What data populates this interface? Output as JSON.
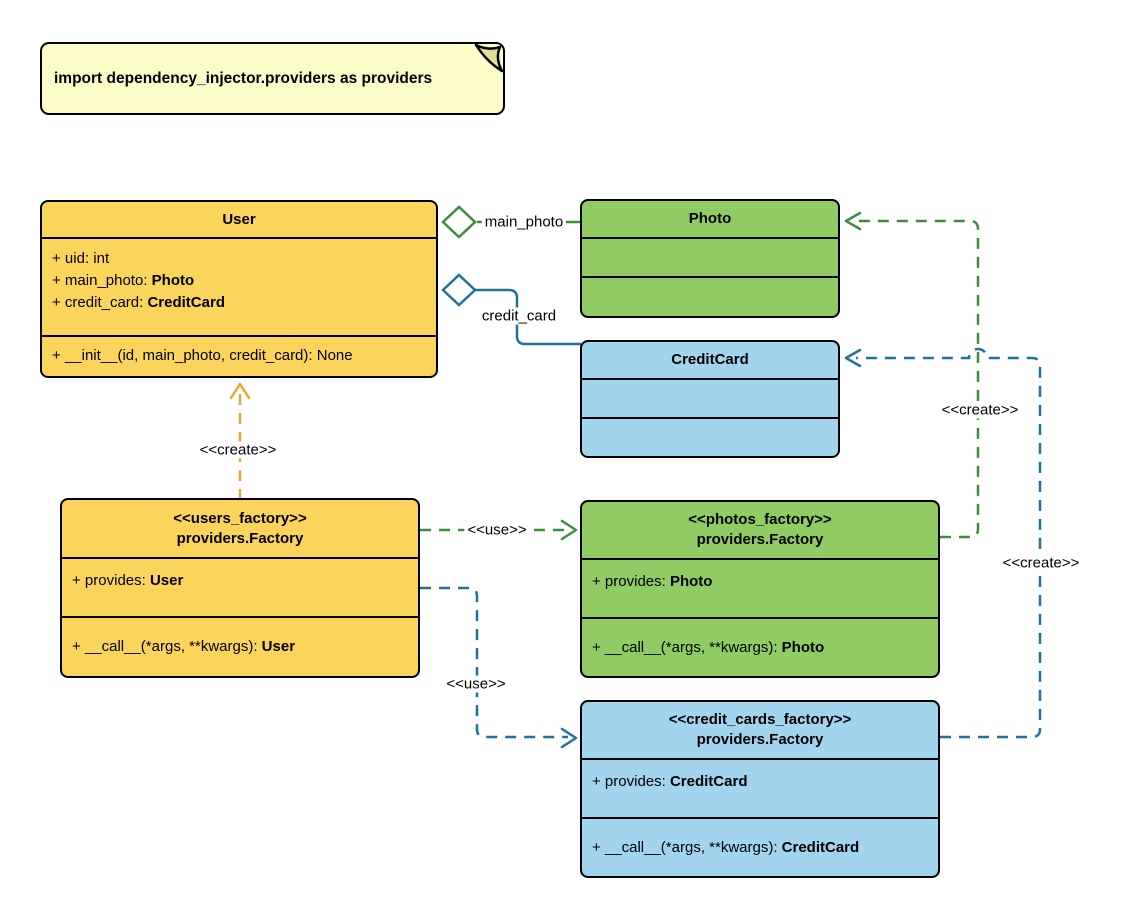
{
  "note": {
    "text": "import dependency_injector.providers as providers"
  },
  "classes": {
    "user": {
      "title": "User",
      "attributes": [
        {
          "text": "+ uid: int",
          "bold": ""
        },
        {
          "text": "+ main_photo: ",
          "bold": "Photo"
        },
        {
          "text": "+ credit_card: ",
          "bold": "CreditCard"
        }
      ],
      "methods": [
        {
          "text": "+ __init__(id, main_photo, credit_card): None",
          "bold": ""
        }
      ]
    },
    "photo": {
      "title": "Photo"
    },
    "credit_card": {
      "title": "CreditCard"
    },
    "users_factory": {
      "stereotype": "<<users_factory>>",
      "title": "providers.Factory",
      "attributes": [
        {
          "text": "+ provides: ",
          "bold": "User"
        }
      ],
      "methods": [
        {
          "text": "+ __call__(*args, **kwargs): ",
          "bold": "User"
        }
      ]
    },
    "photos_factory": {
      "stereotype": "<<photos_factory>>",
      "title": "providers.Factory",
      "attributes": [
        {
          "text": "+ provides: ",
          "bold": "Photo"
        }
      ],
      "methods": [
        {
          "text": "+ __call__(*args, **kwargs): ",
          "bold": "Photo"
        }
      ]
    },
    "credit_cards_factory": {
      "stereotype": "<<credit_cards_factory>>",
      "title": "providers.Factory",
      "attributes": [
        {
          "text": "+ provides: ",
          "bold": "CreditCard"
        }
      ],
      "methods": [
        {
          "text": "+ __call__(*args, **kwargs): ",
          "bold": "CreditCard"
        }
      ]
    }
  },
  "edges": {
    "user_aggregates_photo": {
      "label": "main_photo"
    },
    "user_aggregates_credit_card": {
      "label": "credit_card"
    },
    "users_factory_creates_user": {
      "label": "<<create>>"
    },
    "photos_factory_creates_photo": {
      "label": "<<create>>"
    },
    "credit_cards_factory_creates_credit_card": {
      "label": "<<create>>"
    },
    "users_factory_uses_photos_factory": {
      "label": "<<use>>"
    },
    "users_factory_uses_credit_cards_factory": {
      "label": "<<use>>"
    }
  },
  "colors": {
    "yellow_fill": "#FBD45C",
    "green_fill": "#90CB63",
    "blue_fill": "#A2D4EE",
    "note_fill": "#FCFCC8",
    "note_fold": "#E0E096",
    "orange_line": "#E9A92C",
    "green_line": "#3E8C40",
    "blue_line": "#21719B",
    "border": "#000000"
  }
}
